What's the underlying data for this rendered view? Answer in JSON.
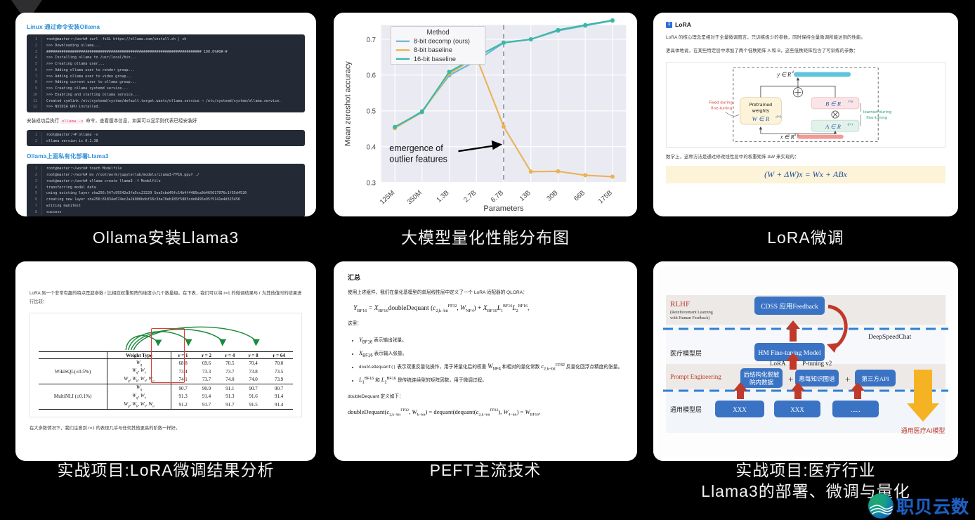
{
  "page": {
    "background": "#000000",
    "watermark": {
      "text": "职贝云数",
      "logo_icon": "wave-circle-logo"
    }
  },
  "panels": [
    {
      "id": "ollama",
      "caption": "Ollama安装Llama3"
    },
    {
      "id": "quant-chart",
      "caption": "大模型量化性能分布图"
    },
    {
      "id": "lora",
      "caption": "LoRA微调"
    },
    {
      "id": "lora-results",
      "caption": "实战项目:LoRA微调结果分析"
    },
    {
      "id": "peft",
      "caption": "PEFT主流技术"
    },
    {
      "id": "medical",
      "caption": "实战项目:医疗行业\nLlama3的部署、微调与量化"
    }
  ],
  "ollama_doc": {
    "heading1": "Linux 通过命令安装Ollama",
    "terminal1": [
      "root@master:~/work# curl -fsSL https://ollama.com/install.sh | sh",
      ">>> Downloading ollama...",
      "######################################################################## 100.0%#O#-#",
      ">>> Installing ollama to /usr/local/bin...",
      ">>> Creating ollama user...",
      ">>> Adding ollama user to render group...",
      ">>> Adding ollama user to video group...",
      ">>> Adding current user to ollama group...",
      ">>> Creating ollama systemd service...",
      ">>> Enabling and starting ollama service...",
      "Created symlink /etc/systemd/system/default.target.wants/ollama.service → /etc/systemd/system/ollama.service.",
      ">>> NVIDIA GPU installed."
    ],
    "note_before": "安装成功后执行 ",
    "note_code": "ollama -v",
    "note_after": " 命令，查看版本信息，如果可以显示则代表已经安装好",
    "terminal2": [
      "root@master:~# ollama -v",
      "ollama version is 0.1.38"
    ],
    "heading2": "Ollama上面私有化部署Llama3",
    "terminal3": [
      "root@master:~/work# touch Modelfile",
      "root@master:~/work# mv /root/work/jupyterlab/models/Llama3-FP16.gguf ./",
      "root@master:~/work# ollama create llama3 -f Modelfile",
      "transferring model data",
      "using existing layer sha256:547c95542e3fa5cc23229 5ea3cbd49fc14b4f4489ca9b465617076c1f55d4526",
      "creating new layer sha256:81834e074ec2a24006bdbf16c3ba70eb185f5883cde6495e95f5141e4d325456",
      "writing manifest",
      "success"
    ]
  },
  "chart_data": {
    "type": "line",
    "title": "",
    "xlabel": "Parameters",
    "ylabel": "Mean zeroshot accuracy",
    "legend_title": "Method",
    "legend_position": "upper-left",
    "grid": true,
    "categories": [
      "125M",
      "350M",
      "1.3B",
      "2.7B",
      "6.7B",
      "13B",
      "30B",
      "66B",
      "175B"
    ],
    "ylim": [
      0.3,
      0.74
    ],
    "yticks": [
      0.3,
      0.4,
      0.5,
      0.6,
      0.7
    ],
    "annotation": "emergence of\noutlier features",
    "vline_at": "6.7B",
    "series": [
      {
        "name": "8-bit decomp (ours)",
        "color": "#6ab7d8",
        "values": [
          0.452,
          0.499,
          0.599,
          0.64,
          0.69,
          0.7,
          0.724,
          0.738,
          0.752
        ]
      },
      {
        "name": "8-bit baseline",
        "color": "#eab357",
        "values": [
          0.452,
          0.496,
          0.604,
          0.65,
          0.456,
          0.33,
          0.331,
          0.32,
          0.316
        ]
      },
      {
        "name": "16-bit baseline",
        "color": "#3bb8a5",
        "values": [
          0.455,
          0.497,
          0.609,
          0.651,
          0.691,
          0.7,
          0.726,
          0.74,
          0.753
        ]
      }
    ]
  },
  "lora_doc": {
    "badge": "1",
    "title": "LoRA",
    "para1": "LoRA 的核心理念是相对于全量微调而言，只训练极少的参数，同时保持全量微调所能达到的性能。",
    "para2": "更具体地说，在某些特定层中添加了两个低秩矩阵 A 和 B，这些低秩矩阵包含了可训练的参数：",
    "figure": {
      "output_label": "y ∈ R",
      "output_sup": "d",
      "input_label": "x ∈ R",
      "input_sup": "d",
      "pretrained_title": "Pretrained\nweights",
      "pretrained_eq": "W ∈ R",
      "pretrained_sup": "d×k",
      "b_label": "B ∈ R",
      "b_sup": "r×k",
      "a_label": "A ∈ R",
      "a_sup": "d×r",
      "note_left": "Fixed during\nfine-tuning",
      "note_right": "learned during\nfine-tuning",
      "plus_symbol": "⊕",
      "times_symbol": "⊗"
    },
    "para3": "数学上，这种方法是通过修改线性层中的权重矩阵 ΔW 来实现的：",
    "equation": "(W  +  ΔW)x = Wx  +  ABx"
  },
  "lora_results": {
    "para_top": "LoRA 另一个非常有趣的特点是超参数 r 比相应权重矩阵的维度小几个数量级。在下表，我们可以将 r=1 的微调结果与 r 为其他值时的结果进行比较：",
    "para_bottom": "在大多数情况下，我们注意到 r=1 的表现几乎与任何其他更高的阶数一样好。",
    "table": {
      "columns": [
        "Weight Type",
        "r = 1",
        "r = 2",
        "r = 4",
        "r = 8",
        "r = 64"
      ],
      "groups": [
        {
          "name": "WikiSQL(±0.5%)",
          "rows": [
            {
              "weight_type": "Wq",
              "values": [
                "68.8",
                "69.6",
                "70.5",
                "70.4",
                "70.0"
              ]
            },
            {
              "weight_type": "Wq, Wv",
              "values": [
                "73.4",
                "73.3",
                "73.7",
                "73.8",
                "73.5"
              ]
            },
            {
              "weight_type": "Wq, Wk, Wv, Wo",
              "values": [
                "74.1",
                "73.7",
                "74.0",
                "74.0",
                "73.9"
              ]
            }
          ]
        },
        {
          "name": "MultiNLI (±0.1%)",
          "rows": [
            {
              "weight_type": "Wq",
              "values": [
                "90.7",
                "90.9",
                "91.1",
                "90.7",
                "90.7"
              ]
            },
            {
              "weight_type": "Wq, Wv",
              "values": [
                "91.3",
                "91.4",
                "91.3",
                "91.6",
                "91.4"
              ]
            },
            {
              "weight_type": "Wq, Wk, Wv, Wo",
              "values": [
                "91.2",
                "91.7",
                "91.7",
                "91.5",
                "91.4"
              ]
            }
          ]
        }
      ],
      "highlight_column": "r = 1",
      "highlight_color": "#e03b35",
      "arrow_color": "#1a8a3c"
    }
  },
  "peft_doc": {
    "title": "汇总",
    "para1": "使用上述组件，我们在量化基模型的单层线性层中定义了一个 LoRA 适配器的 QLORA：",
    "equation1": "Y_BF16 = X_BF16 doubleDequant(c_2,k-bit^FP32, W_NF4) + X_BF16 L_1^BF16 L_2^BF16,",
    "here_label": "这里：",
    "bullets": [
      "Y_BF16 表示输出张量。",
      "X_BF16 表示输入张量。",
      "doubleDequant() 表示双重反量化操作，用于将量化后的权重 W_NF4 和相对的量化常数 c_2,k-bit^FP32 反量化回浮点精度的张量。",
      "L_1^BF16 和 L_2^BF16 是传统连续型的矩阵因数，用于微调过程。"
    ],
    "def_label": "doubleDequant 定义如下：",
    "equation2": "doubleDequant(c_2,k-bit^FP32, W_k-bit) = dequant(dequant(c_2,k-bit^FP32), W_4-bit) = W_BF16,"
  },
  "medical_diagram": {
    "layers": [
      {
        "label": "RLHF",
        "sub": "(Reinforcement Learning\nwith Human Feedback)",
        "color": "#c0392b"
      },
      {
        "label": "医疗模型层",
        "color": "#333333"
      },
      {
        "label": "Prompt Engineering",
        "color": "#c0392b"
      },
      {
        "label": "通用模型层",
        "color": "#333333"
      }
    ],
    "boxes": [
      {
        "text": "CDSS 应用Feedback",
        "color": "#3b73c4"
      },
      {
        "text": "HM Fine-tuning Model",
        "color": "#3b73c4"
      },
      {
        "text": "后结构化脱敏\n院内数据",
        "color": "#3b73c4"
      },
      {
        "text": "惠每知识图谱",
        "color": "#3b73c4"
      },
      {
        "text": "第三方API",
        "color": "#3b73c4"
      },
      {
        "text": "XXX",
        "color": "#3b73c4"
      },
      {
        "text": "XXX",
        "color": "#3b73c4"
      },
      {
        "text": "......",
        "color": "#3b73c4"
      }
    ],
    "labels": {
      "deepspeed": "DeepSpeedChat",
      "lora": "LoRA",
      "ptuning": "P-tuning v2",
      "plus1": "+",
      "plus2": "+",
      "output": "通用医疗AI模型"
    },
    "arrow_color": "#c0392b",
    "down_arrow_color": "#f5b324",
    "divider_color": "#2f7fd1"
  }
}
